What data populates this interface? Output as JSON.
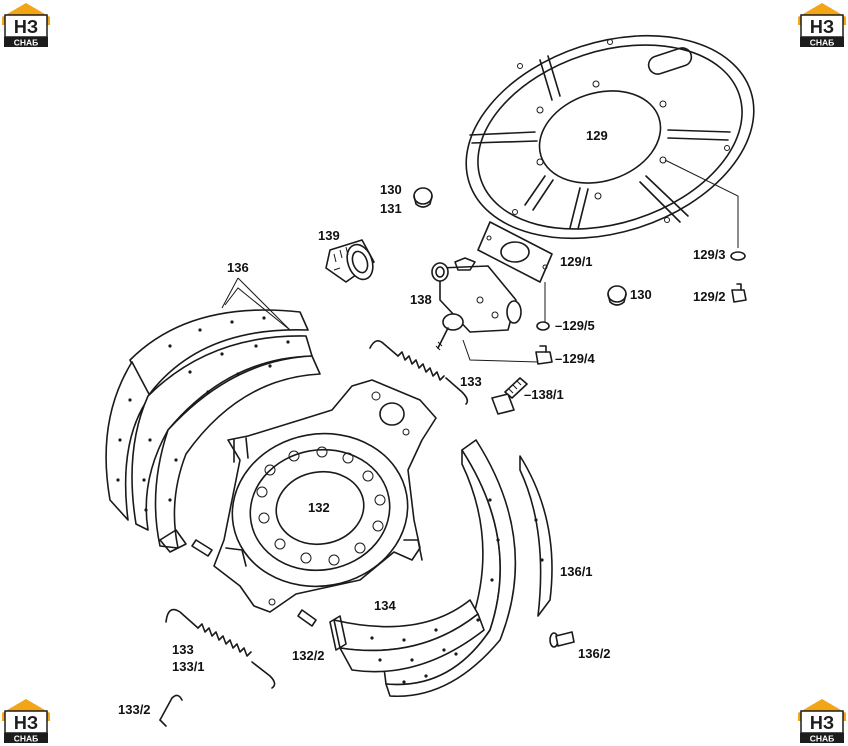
{
  "logos": {
    "letters": "НЗ",
    "subtext": "СНАБ",
    "color_orange": "#f2a516",
    "color_dark": "#1c1c1c"
  },
  "labels": {
    "l129": "129",
    "l130a": "130",
    "l131": "131",
    "l139": "139",
    "l136": "136",
    "l129_1": "129/1",
    "l129_3": "129/3",
    "l129_2": "129/2",
    "l130b": "130",
    "l138": "138",
    "l129_5": "–129/5",
    "l129_4": "–129/4",
    "l133a": "133",
    "l138_1": "–138/1",
    "l132": "132",
    "l136_1": "136/1",
    "l134": "134",
    "l133b": "133",
    "l133_1": "133/1",
    "l132_2": "132/2",
    "l136_2": "136/2",
    "l133_2": "133/2"
  }
}
